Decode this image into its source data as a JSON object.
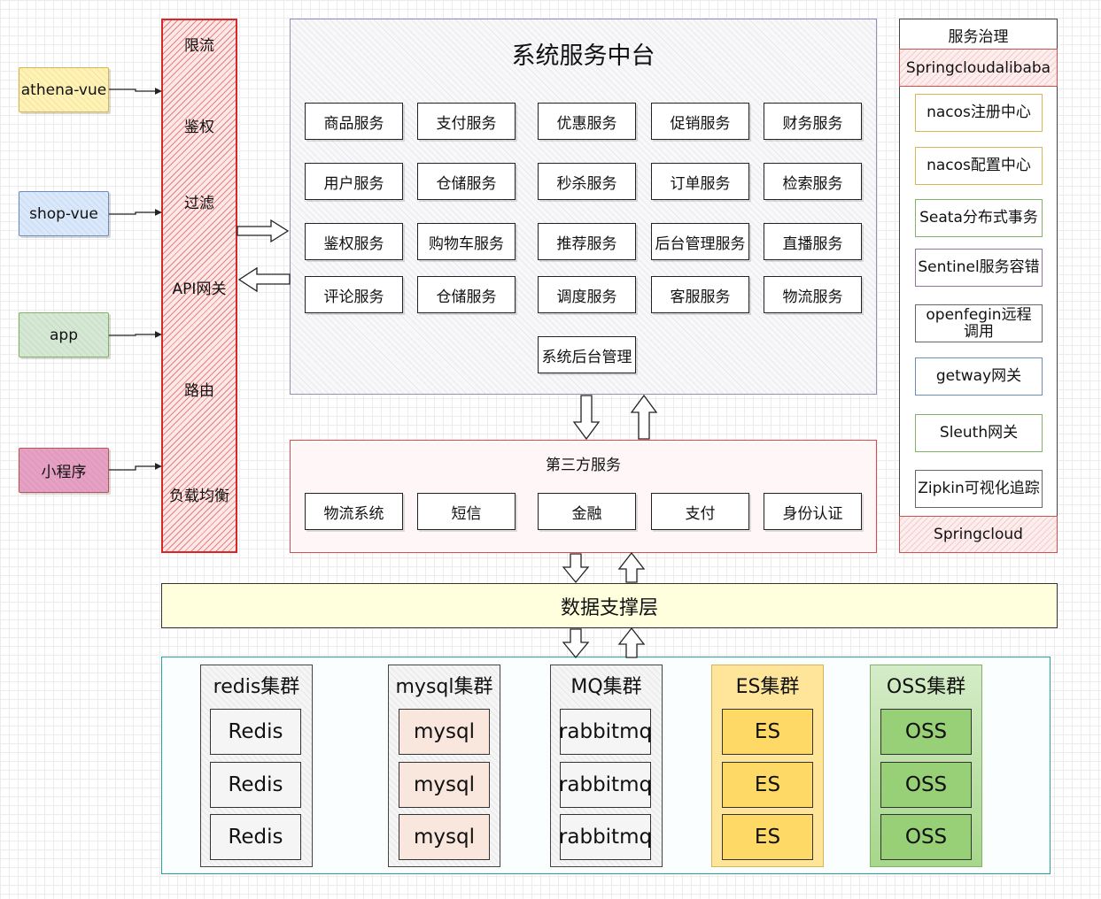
{
  "clients": [
    {
      "label": "athena-vue",
      "bg": "#fff2b3",
      "border": "#d6b656"
    },
    {
      "label": "shop-vue",
      "bg": "#dae8fc",
      "border": "#6c8ebf"
    },
    {
      "label": "app",
      "bg": "#d5e8d4",
      "border": "#82b366"
    },
    {
      "label": "小程序",
      "bg": "#e6a0c4",
      "border": "#b85450"
    }
  ],
  "gateway": {
    "items": [
      "限流",
      "鉴权",
      "过滤",
      "API网关",
      "路由",
      "负载均衡"
    ],
    "border": "#d62828"
  },
  "core": {
    "title": "系统服务中台",
    "rows": [
      [
        "商品服务",
        "支付服务",
        "优惠服务",
        "促销服务",
        "财务服务"
      ],
      [
        "用户服务",
        "仓储服务",
        "秒杀服务",
        "订单服务",
        "检索服务"
      ],
      [
        "鉴权服务",
        "购物车服务",
        "推荐服务",
        "后台管理服务",
        "直播服务"
      ],
      [
        "评论服务",
        "仓储服务",
        "调度服务",
        "客服服务",
        "物流服务"
      ]
    ],
    "admin": "系统后台管理",
    "border": "#9090b8"
  },
  "third_party": {
    "title": "第三方服务",
    "items": [
      "物流系统",
      "短信",
      "金融",
      "支付",
      "身份认证"
    ],
    "border": "#d05050"
  },
  "governance": {
    "title": "服务治理",
    "top_label": "Springcloudalibaba",
    "bottom_label": "Springcloud",
    "items": [
      {
        "label": "nacos注册中心",
        "border": "#d6b656"
      },
      {
        "label": "nacos配置中心",
        "border": "#d6b656"
      },
      {
        "label": "Seata分布式事务",
        "border": "#82b366"
      },
      {
        "label": "Sentinel服务容错",
        "border": "#9673a6"
      },
      {
        "label": "openfegin远程调用",
        "border": "#666666"
      },
      {
        "label": "getway网关",
        "border": "#6c8ebf"
      },
      {
        "label": "Sleuth网关",
        "border": "#82b366"
      },
      {
        "label": "Zipkin可视化追踪",
        "border": "#666666"
      }
    ]
  },
  "data_layer": {
    "label": "数据支撑层",
    "bg": "#ffffdd"
  },
  "storage": {
    "border": "#2aa198",
    "clusters": [
      {
        "title": "redis集群",
        "nodes": [
          "Redis",
          "Redis",
          "Redis"
        ],
        "bg": "#f5f5f5",
        "node_bg": "#f5f5f5"
      },
      {
        "title": "mysql集群",
        "nodes": [
          "mysql",
          "mysql",
          "mysql"
        ],
        "bg": "#f5f5f5",
        "node_bg": "#f9e6dc"
      },
      {
        "title": "MQ集群",
        "nodes": [
          "rabbitmq",
          "rabbitmq",
          "rabbitmq"
        ],
        "bg": "#f5f5f5",
        "node_bg": "#f5f5f5"
      },
      {
        "title": "ES集群",
        "nodes": [
          "ES",
          "ES",
          "ES"
        ],
        "bg": "#ffe599",
        "node_bg": "#ffd966"
      },
      {
        "title": "OSS集群",
        "nodes": [
          "OSS",
          "OSS",
          "OSS"
        ],
        "bg": "#b9e0a5",
        "node_bg": "#97d077"
      }
    ]
  }
}
